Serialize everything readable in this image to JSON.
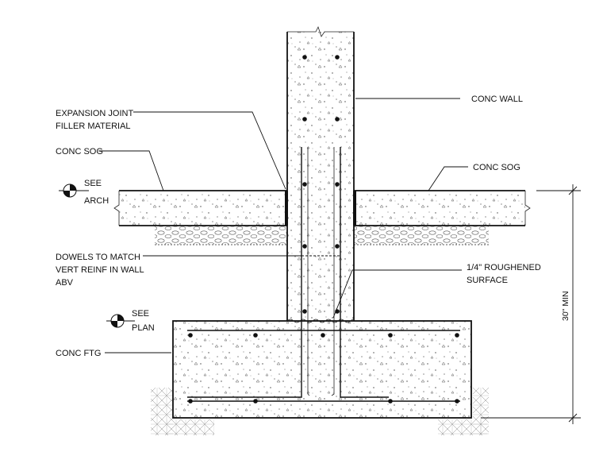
{
  "labels": {
    "conc_wall": "CONC WALL",
    "expansion_joint_line1": "EXPANSION JOINT",
    "expansion_joint_line2": "FILLER MATERIAL",
    "conc_sog_left": "CONC SOG",
    "conc_sog_right": "CONC SOG",
    "see_arch_line1": "SEE",
    "see_arch_line2": "ARCH",
    "dowels_line1": "DOWELS TO MATCH",
    "dowels_line2": "VERT REINF IN WALL",
    "dowels_line3": "ABV",
    "roughened_line1": "1/4\" ROUGHENED",
    "roughened_line2": "SURFACE",
    "see_plan_line1": "SEE",
    "see_plan_line2": "PLAN",
    "conc_ftg": "CONC FTG",
    "min_depth": "30\" MIN"
  },
  "colors": {
    "line": "#111111",
    "background": "#ffffff"
  }
}
